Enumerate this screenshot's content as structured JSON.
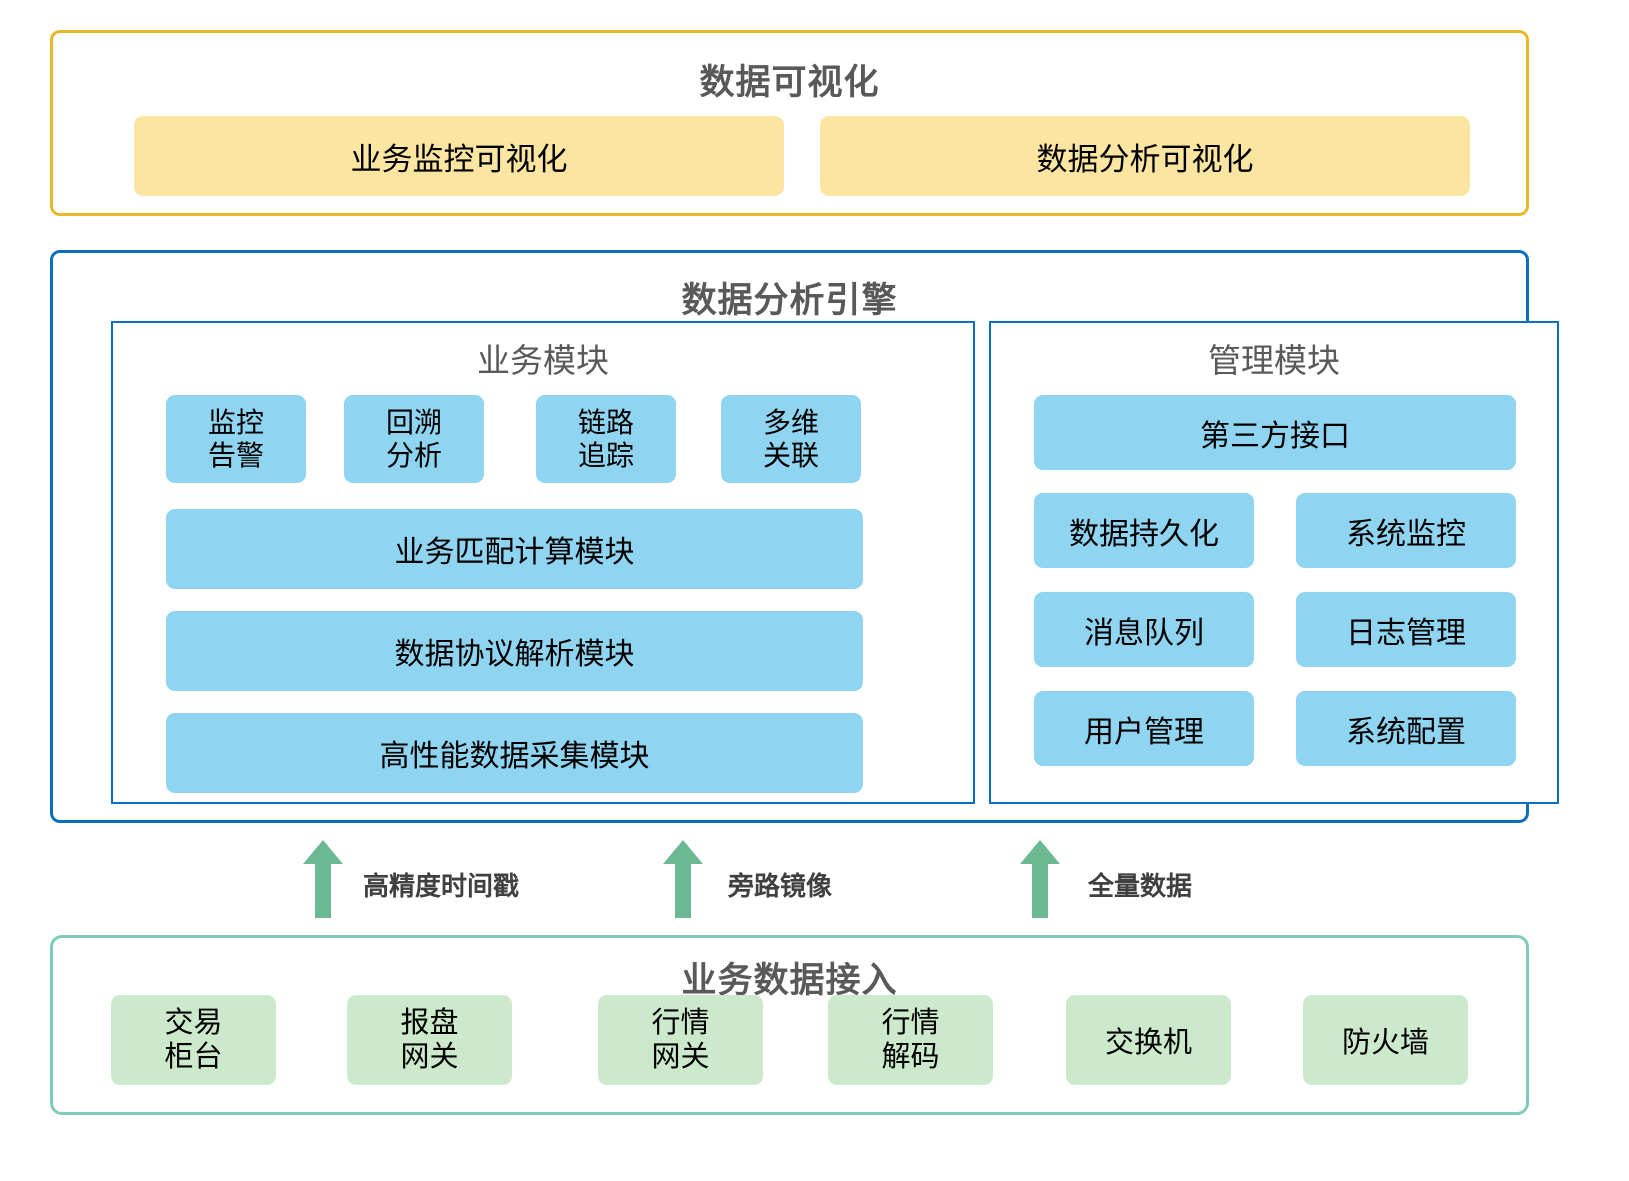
{
  "diagram": {
    "title": "数据可视化 / 数据分析引擎 / 业务数据接入 架构图",
    "colors": {
      "visualization_border": "#E8B828",
      "visualization_fill": "#FCE5A0",
      "engine_border": "#0B6FC0",
      "engine_fill": "#8FD4F0",
      "access_border": "#7FCBBC",
      "access_fill": "#CCEACB",
      "arrow": "#6BB992",
      "title_text": "#595959"
    }
  },
  "visualization_layer": {
    "title": "数据可视化",
    "boxes": [
      {
        "label": "业务监控可视化"
      },
      {
        "label": "数据分析可视化"
      }
    ]
  },
  "engine_layer": {
    "title": "数据分析引擎",
    "business_module": {
      "title": "业务模块",
      "feature_boxes": [
        {
          "line1": "监控",
          "line2": "告警"
        },
        {
          "line1": "回溯",
          "line2": "分析"
        },
        {
          "line1": "链路",
          "line2": "追踪"
        },
        {
          "line1": "多维",
          "line2": "关联"
        }
      ],
      "stack_boxes": [
        {
          "label": "业务匹配计算模块"
        },
        {
          "label": "数据协议解析模块"
        },
        {
          "label": "高性能数据采集模块"
        }
      ]
    },
    "management_module": {
      "title": "管理模块",
      "wide_box": {
        "label": "第三方接口"
      },
      "grid_boxes": [
        {
          "label": "数据持久化"
        },
        {
          "label": "系统监控"
        },
        {
          "label": "消息队列"
        },
        {
          "label": "日志管理"
        },
        {
          "label": "用户管理"
        },
        {
          "label": "系统配置"
        }
      ]
    }
  },
  "flow_arrows": [
    {
      "label": "高精度时间戳",
      "icon": "arrow-up-icon"
    },
    {
      "label": "旁路镜像",
      "icon": "arrow-up-icon"
    },
    {
      "label": "全量数据",
      "icon": "arrow-up-icon"
    }
  ],
  "access_layer": {
    "title": "业务数据接入",
    "boxes": [
      {
        "line1": "交易",
        "line2": "柜台"
      },
      {
        "line1": "报盘",
        "line2": "网关"
      },
      {
        "line1": "行情",
        "line2": "网关"
      },
      {
        "line1": "行情",
        "line2": "解码"
      },
      {
        "line1": "交换机",
        "line2": ""
      },
      {
        "line1": "防火墙",
        "line2": ""
      }
    ]
  }
}
